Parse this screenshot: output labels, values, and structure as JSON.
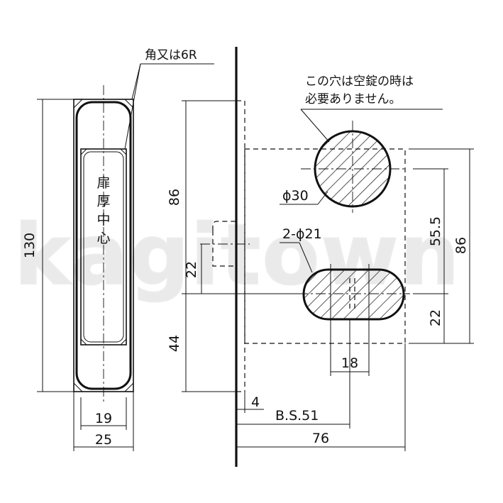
{
  "watermark": "kagitown",
  "notes": {
    "corner_radius": "角又は6R",
    "hole_note_line1": "この穴は空錠の時は",
    "hole_note_line2": "必要ありません。",
    "door_center_chars": [
      "扉",
      "厚",
      "中",
      "心"
    ]
  },
  "dimensions": {
    "faceplate_height": "130",
    "faceplate_inner_width": "19",
    "faceplate_outer_width": "25",
    "upper_height": "86",
    "lower_height": "44",
    "latch_offset": "22",
    "large_hole": "ϕ30",
    "small_holes": "2-ϕ21",
    "hole_spacing_vertical": "55.5",
    "right_height": "86",
    "right_lower_offset": "22",
    "hole_pair_width": "18",
    "plate_thickness": "4",
    "backset": "B.S.51",
    "case_depth": "76"
  }
}
